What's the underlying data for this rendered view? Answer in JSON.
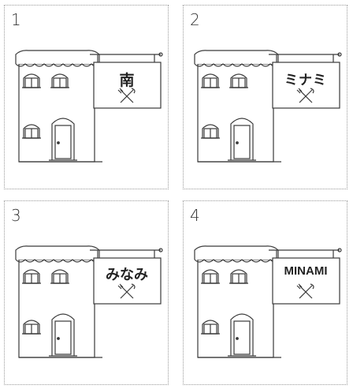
{
  "panels": [
    {
      "number": "1",
      "sign": "南"
    },
    {
      "number": "2",
      "sign": "ミナミ"
    },
    {
      "number": "3",
      "sign": "みなみ"
    },
    {
      "number": "4",
      "sign": "MINAMI"
    }
  ],
  "icons": {
    "sign_icon": "fork-knife-icon"
  },
  "colors": {
    "line": "#3a3a3a",
    "paper": "#ffffff"
  }
}
